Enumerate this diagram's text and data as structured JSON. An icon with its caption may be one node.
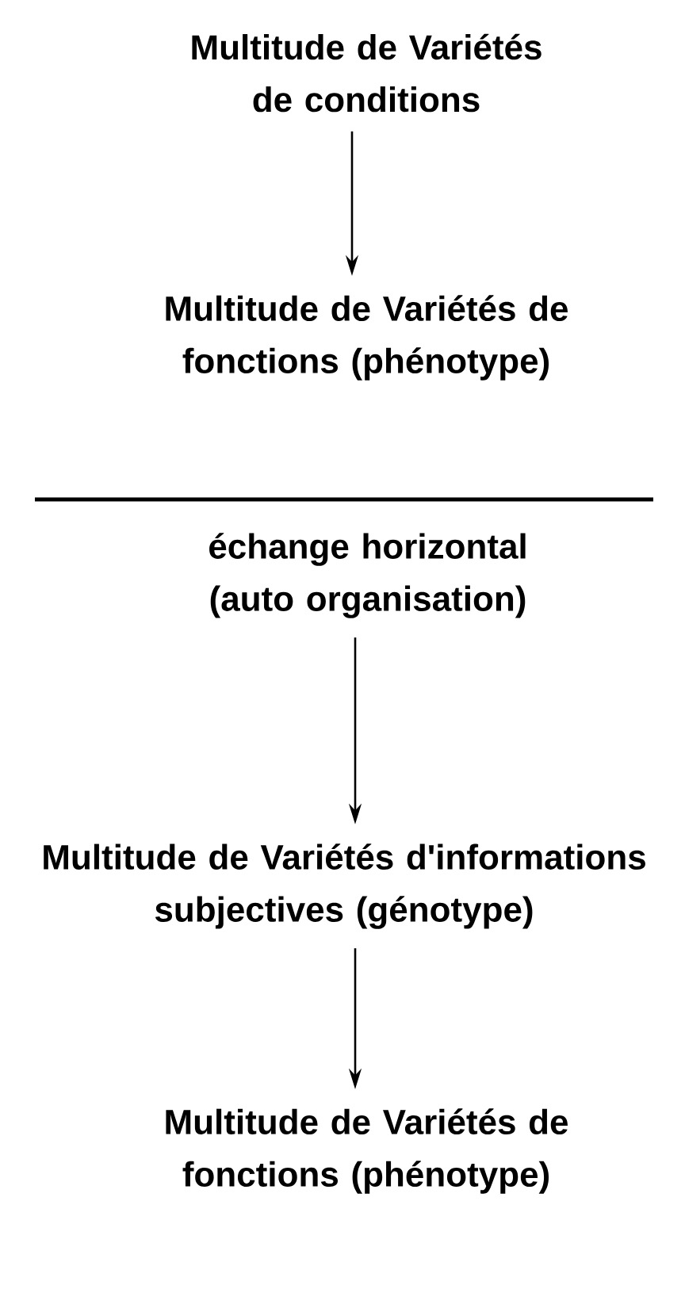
{
  "diagram": {
    "nodes": [
      {
        "text": [
          "Multitude de Variétés de conditions"
        ]
      },
      {
        "text": [
          "Multitude de Variétés de fonctions (phénotype)"
        ]
      },
      {
        "text": [
          "échange horizontal (auto organisation)"
        ]
      },
      {
        "text": [
          "Multitude de Variétés d'informations subjectives (génotype)"
        ]
      },
      {
        "text": [
          "Multitude de Variétés de fonctions (phénotype)"
        ]
      }
    ],
    "edges": [
      {
        "from": 0,
        "to": 1,
        "arrow": "to"
      },
      {
        "from": 2,
        "to": 3,
        "arrow": "to"
      },
      {
        "from": 3,
        "to": 4,
        "arrow": "to"
      }
    ]
  }
}
